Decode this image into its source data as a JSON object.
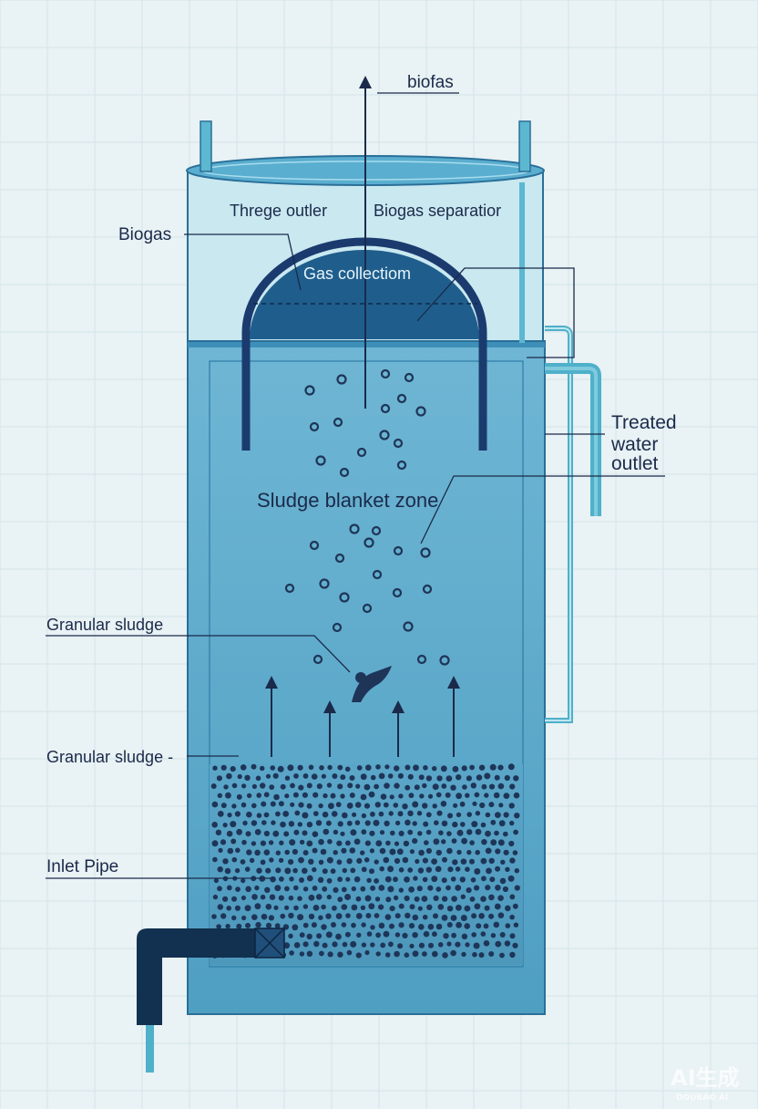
{
  "labels": {
    "top_arrow": "biofas",
    "three_outlet": "Threge outler",
    "separation": "Biogas separatior",
    "biogas_left": "Biogas",
    "gas_collection": "Gas collectiom",
    "treated_line1": "Treated",
    "treated_line2": "water",
    "treated_line3": "outlet",
    "sludge_blanket": "Sludge blanket zone",
    "granular_sludge_1": "Granular sludge",
    "granular_sludge_2": "Granular sludge -",
    "inlet_pipe": "Inlet Pipe"
  },
  "watermark": {
    "main": "AI生成",
    "sub": "DOUBAO AI"
  },
  "colors": {
    "background": "#e9f2f4",
    "gridline": "#d2e4ea",
    "tank_water": "#5aa8c9",
    "tank_headspace": "#c9e8f0",
    "dome": "#1f5e8c",
    "dark_line": "#1b2a4a",
    "pipe": "#5cb8d0",
    "inlet_pipe": "#12304f",
    "granule": "#1e3557"
  }
}
